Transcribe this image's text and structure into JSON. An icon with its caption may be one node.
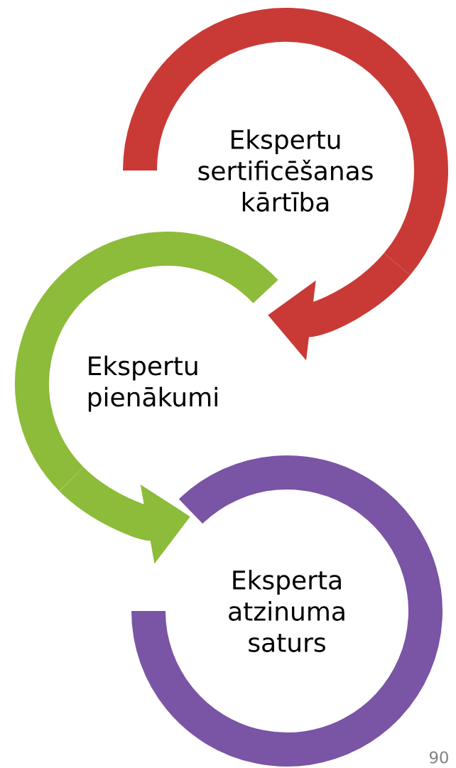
{
  "diagram": {
    "nodes": [
      {
        "text": [
          "Ekspertu sertificēšanas kārtība"
        ]
      },
      {
        "text": [
          "Ekspertu pienākumi"
        ]
      },
      {
        "text": [
          "Eksperta atzinuma saturs"
        ]
      }
    ],
    "edges": [
      {
        "from": 0,
        "to": 1,
        "arrow": "to",
        "color": "#c93a36"
      },
      {
        "from": 1,
        "to": 2,
        "arrow": "to",
        "color": "#8dbb3a"
      }
    ],
    "labels": [
      "90"
    ]
  }
}
